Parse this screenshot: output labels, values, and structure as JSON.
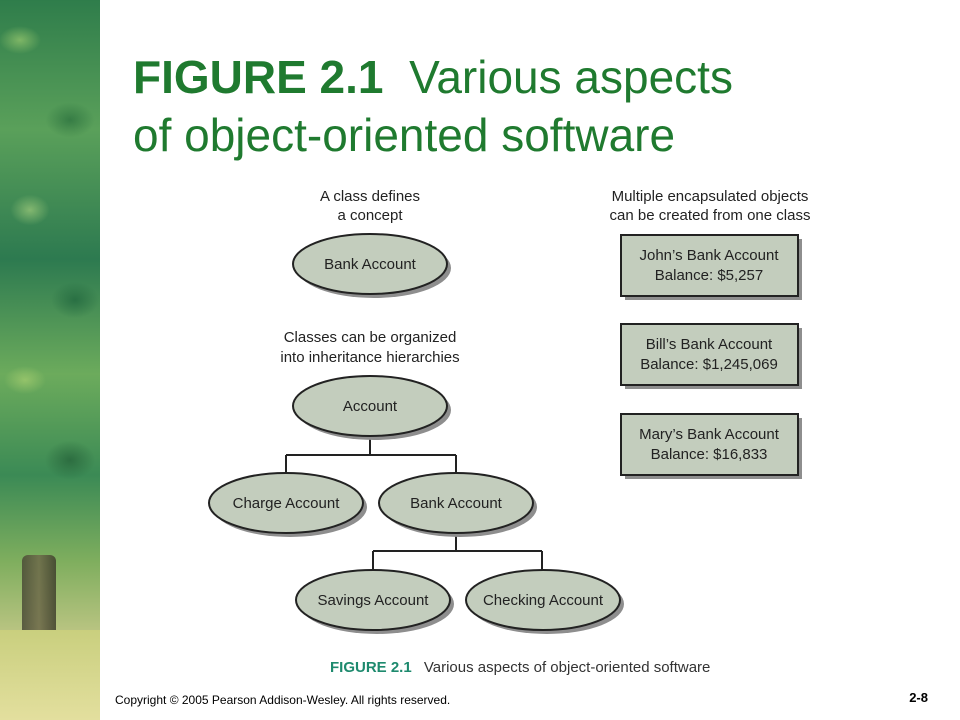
{
  "title": {
    "figure": "FIGURE 2.1",
    "text_line1": "Various aspects",
    "text_line2": "of object-oriented software"
  },
  "diagram": {
    "class_note": [
      "A class defines",
      "a concept"
    ],
    "class_example": "Bank Account",
    "hierarchy_note": [
      "Classes can be organized",
      "into inheritance hierarchies"
    ],
    "nodes": {
      "account": "Account",
      "charge": "Charge Account",
      "bank": "Bank Account",
      "savings": "Savings Account",
      "checking": "Checking Account"
    },
    "objects_note": [
      "Multiple encapsulated objects",
      "can be created from one class"
    ],
    "objects": [
      {
        "name": "John’s Bank Account",
        "balance": "Balance: $5,257"
      },
      {
        "name": "Bill’s Bank Account",
        "balance": "Balance: $1,245,069"
      },
      {
        "name": "Mary’s Bank Account",
        "balance": "Balance: $16,833"
      }
    ],
    "colors": {
      "fill": "#c3cdbd",
      "stroke": "#222222",
      "shadow": "#8e8e8e"
    }
  },
  "caption": {
    "label": "FIGURE 2.1",
    "text": "Various aspects of object-oriented software"
  },
  "footer": {
    "copyright": "Copyright © 2005 Pearson Addison-Wesley. All rights reserved.",
    "page": "2-8"
  }
}
